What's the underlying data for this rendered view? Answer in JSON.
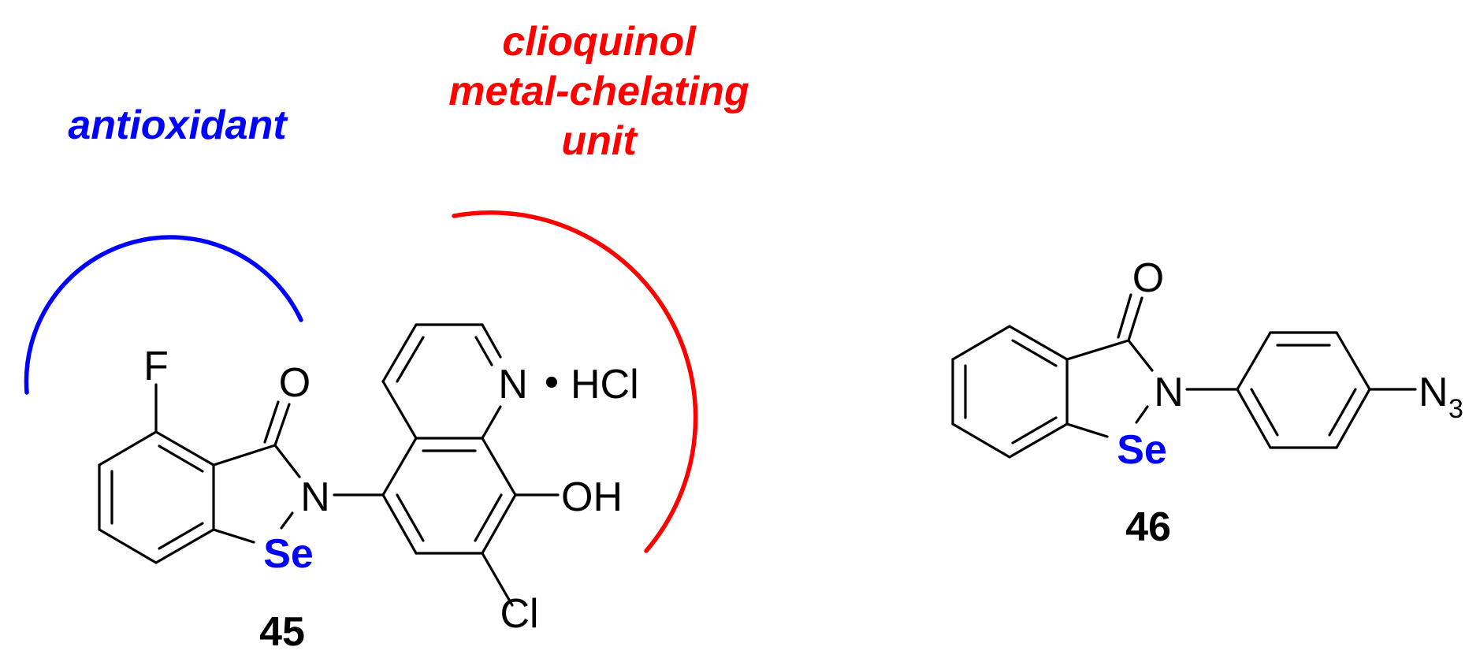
{
  "colors": {
    "antioxidant": "#0000ff",
    "metal_chelating": "#ff0000",
    "selenium": "#0000ff",
    "bond": "#000000"
  },
  "annotations": {
    "antioxidant": "antioxidant",
    "clioquinol_line1": "clioquinol",
    "clioquinol_line2": "metal-chelating",
    "clioquinol_line3": "unit"
  },
  "compound45": {
    "id": "45",
    "atoms": {
      "F": "F",
      "O": "O",
      "N_ring": "N",
      "Se": "Se",
      "N_quinoline": "N",
      "dot": "•",
      "salt": "HCl",
      "OH": "OH",
      "Cl": "Cl"
    }
  },
  "compound46": {
    "id": "46",
    "atoms": {
      "O": "O",
      "N_ring": "N",
      "Se": "Se",
      "N3_symbol": "N",
      "N3_subscript": "3"
    }
  }
}
